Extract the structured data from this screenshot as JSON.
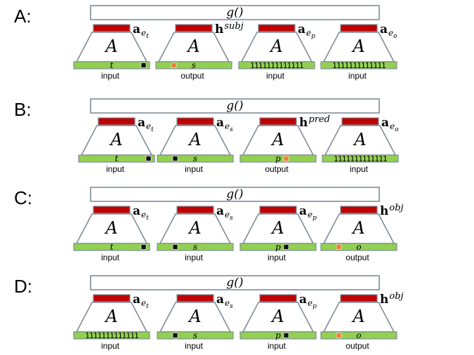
{
  "colors": {
    "red_bar": "#c00000",
    "green_bar": "#92d050",
    "orange_marker": "#ed7d31",
    "black_marker": "#111111",
    "outline": "#7f8c99"
  },
  "function_label": "g()",
  "model_label": "A",
  "rows": [
    {
      "label": "A:",
      "blocks": [
        {
          "vec": {
            "main": "a",
            "sub": "e",
            "subsub": "t",
            "sup": ""
          },
          "seg_text": "t",
          "marker": {
            "color": "black",
            "pos": "right"
          },
          "role": "input"
        },
        {
          "vec": {
            "main": "h",
            "sub": "",
            "subsub": "",
            "sup": "subj"
          },
          "seg_text": "s",
          "marker": {
            "color": "orange",
            "pos": "left"
          },
          "role": "output"
        },
        {
          "vec": {
            "main": "a",
            "sub": "e",
            "subsub": "p",
            "sup": ""
          },
          "seg_text": "1111111111111",
          "marker": null,
          "role": "input"
        },
        {
          "vec": {
            "main": "a",
            "sub": "e",
            "subsub": "o",
            "sup": ""
          },
          "seg_text": "1111111111111",
          "marker": null,
          "role": "input"
        }
      ]
    },
    {
      "label": "B:",
      "blocks": [
        {
          "vec": {
            "main": "a",
            "sub": "e",
            "subsub": "t",
            "sup": ""
          },
          "seg_text": "t",
          "marker": {
            "color": "black",
            "pos": "right"
          },
          "role": "input"
        },
        {
          "vec": {
            "main": "a",
            "sub": "e",
            "subsub": "s",
            "sup": ""
          },
          "seg_text": "s",
          "marker": {
            "color": "black",
            "pos": "left"
          },
          "role": "input"
        },
        {
          "vec": {
            "main": "h",
            "sub": "",
            "subsub": "",
            "sup": "pred"
          },
          "seg_text": "p",
          "marker": {
            "color": "orange",
            "pos": "mid"
          },
          "role": "output"
        },
        {
          "vec": {
            "main": "a",
            "sub": "e",
            "subsub": "o",
            "sup": ""
          },
          "seg_text": "1111111111111",
          "marker": null,
          "role": "input"
        }
      ]
    },
    {
      "label": "C:",
      "blocks": [
        {
          "vec": {
            "main": "a",
            "sub": "e",
            "subsub": "t",
            "sup": ""
          },
          "seg_text": "t",
          "marker": {
            "color": "black",
            "pos": "right"
          },
          "role": "input"
        },
        {
          "vec": {
            "main": "a",
            "sub": "e",
            "subsub": "s",
            "sup": ""
          },
          "seg_text": "s",
          "marker": {
            "color": "black",
            "pos": "left"
          },
          "role": "input"
        },
        {
          "vec": {
            "main": "a",
            "sub": "e",
            "subsub": "p",
            "sup": ""
          },
          "seg_text": "p",
          "marker": {
            "color": "black",
            "pos": "mid"
          },
          "role": "input"
        },
        {
          "vec": {
            "main": "h",
            "sub": "",
            "subsub": "",
            "sup": "obj"
          },
          "seg_text": "o",
          "marker": {
            "color": "orange",
            "pos": "left"
          },
          "role": "output"
        }
      ]
    },
    {
      "label": "D:",
      "blocks": [
        {
          "vec": {
            "main": "a",
            "sub": "e",
            "subsub": "t",
            "sup": ""
          },
          "seg_text": "1111111111111",
          "marker": null,
          "role": "input"
        },
        {
          "vec": {
            "main": "a",
            "sub": "e",
            "subsub": "s",
            "sup": ""
          },
          "seg_text": "s",
          "marker": {
            "color": "black",
            "pos": "left"
          },
          "role": "input"
        },
        {
          "vec": {
            "main": "a",
            "sub": "e",
            "subsub": "p",
            "sup": ""
          },
          "seg_text": "p",
          "marker": {
            "color": "black",
            "pos": "mid"
          },
          "role": "input"
        },
        {
          "vec": {
            "main": "h",
            "sub": "",
            "subsub": "",
            "sup": "obj"
          },
          "seg_text": "o",
          "marker": {
            "color": "orange",
            "pos": "left"
          },
          "role": "output"
        }
      ]
    }
  ]
}
